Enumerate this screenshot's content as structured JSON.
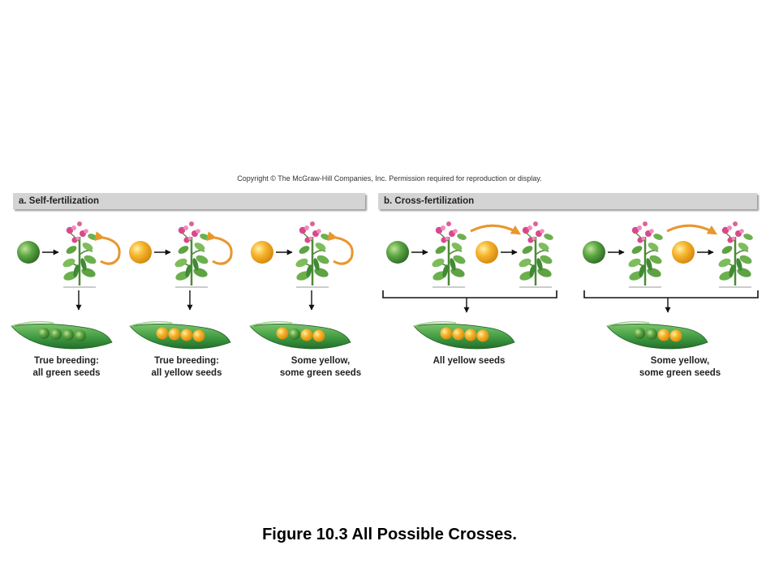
{
  "copyright": "Copyright © The McGraw-Hill Companies, Inc. Permission required for reproduction or display.",
  "panels": {
    "self": {
      "label": "a. Self-fertilization"
    },
    "cross": {
      "label": "b. Cross-fertilization"
    }
  },
  "captions": [
    {
      "line1": "True breeding:",
      "line2": "all green seeds"
    },
    {
      "line1": "True breeding:",
      "line2": "all yellow seeds"
    },
    {
      "line1": "Some yellow,",
      "line2": "some green seeds"
    },
    {
      "line1": "All yellow seeds",
      "line2": ""
    },
    {
      "line1": "Some yellow,",
      "line2": "some green seeds"
    }
  ],
  "figure_title": "Figure 10.3 All Possible Crosses.",
  "colors": {
    "green_seed": "#4e9a3a",
    "yellow_seed": "#f2a81d",
    "arrow_orange": "#e8962e",
    "pod": "#3f9a42",
    "header_bg": "#d4d4d4",
    "flower": "#d9488c"
  }
}
